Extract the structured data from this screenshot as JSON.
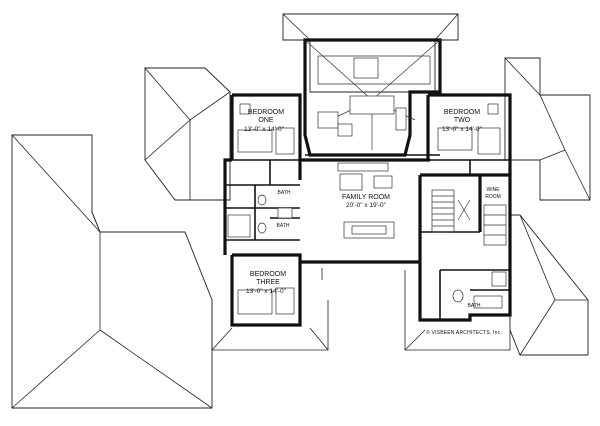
{
  "plan": {
    "rooms": [
      {
        "id": "bedroom-one",
        "name": "BEDROOM",
        "name2": "ONE",
        "dims": "13'-0\" x 14'-0\""
      },
      {
        "id": "bedroom-two",
        "name": "BEDROOM",
        "name2": "TWO",
        "dims": "13'-0\" x 14'-0\""
      },
      {
        "id": "bedroom-three",
        "name": "BEDROOM",
        "name2": "THREE",
        "dims": "13'-0\" x 14'-0\""
      },
      {
        "id": "family-room",
        "name": "FAMILY ROOM",
        "dims": "20'-0\" x 19'-0\""
      }
    ],
    "small_labels": {
      "bath_a": "BATH",
      "bath_b": "BATH",
      "bath_c": "BATH",
      "wine_room_1": "WINE",
      "wine_room_2": "ROOM"
    },
    "credit": "© VISBEEN ARCHITECTS, Inc."
  }
}
